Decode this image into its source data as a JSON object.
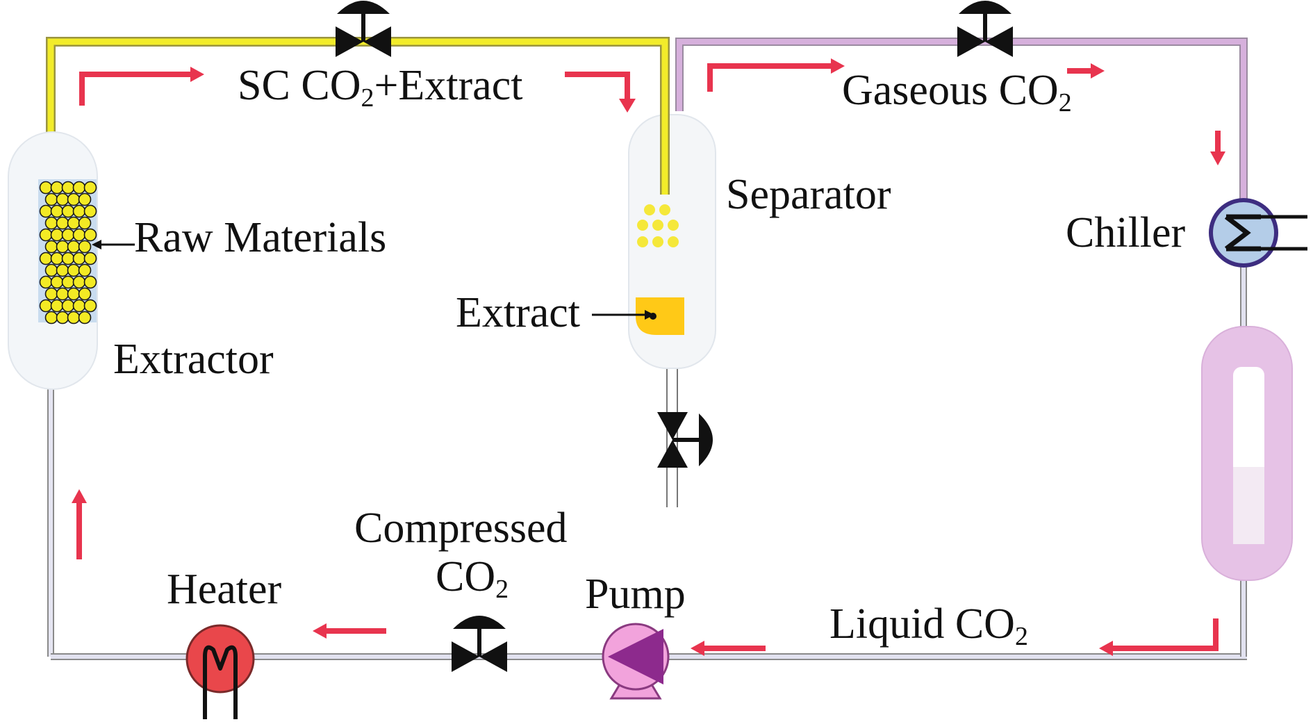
{
  "labels": {
    "sc_co2": "SC CO",
    "sc_sub": "2",
    "sc_extract": "+Extract",
    "gaseous": "Gaseous CO",
    "gaseous_sub": "2",
    "separator": "Separator",
    "chiller": "Chiller",
    "raw_materials": "Raw Materials",
    "extract": "Extract",
    "extractor": "Extractor",
    "compressed": "Compressed",
    "compressed_co2": "CO",
    "compressed_sub": "2",
    "heater": "Heater",
    "pump": "Pump",
    "liquid": "Liquid CO",
    "liquid_sub": "2"
  },
  "colors": {
    "hot_line": "#f2ec2a",
    "gas_line": "#d6b0dc",
    "liquid_line": "#c9cce6",
    "arrow": "#e8344e",
    "heater": "#e9474b",
    "pump": "#f2a3dc",
    "chiller": "#b4cde8",
    "receiver": "#e6c2e6",
    "valve": "#111111",
    "raw_material": "#f3ea24",
    "extract_fill": "#ffc917"
  },
  "icons": {
    "valve": "valve-icon",
    "heater": "heater-icon",
    "pump": "pump-icon",
    "chiller": "chiller-icon"
  }
}
